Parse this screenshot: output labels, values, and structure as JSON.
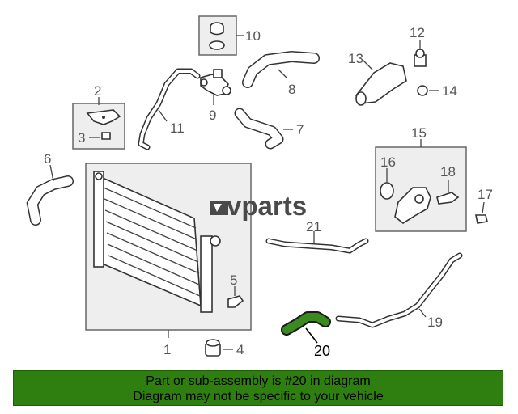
{
  "watermark": {
    "brand": "vparts"
  },
  "callouts": {
    "c1": "1",
    "c2": "2",
    "c3": "3",
    "c4": "4",
    "c5": "5",
    "c6": "6",
    "c7": "7",
    "c8": "8",
    "c9": "9",
    "c10": "10",
    "c11": "11",
    "c12": "12",
    "c13": "13",
    "c14": "14",
    "c15": "15",
    "c16": "16",
    "c17": "17",
    "c18": "18",
    "c19": "19",
    "c20": "20",
    "c21": "21"
  },
  "highlight": {
    "part_number": "20",
    "color": "#3a8a1f"
  },
  "banner": {
    "line1": "Part or sub-assembly is #20 in diagram",
    "line2": "Diagram may not be specific to your vehicle",
    "background": "#2f7f10"
  }
}
